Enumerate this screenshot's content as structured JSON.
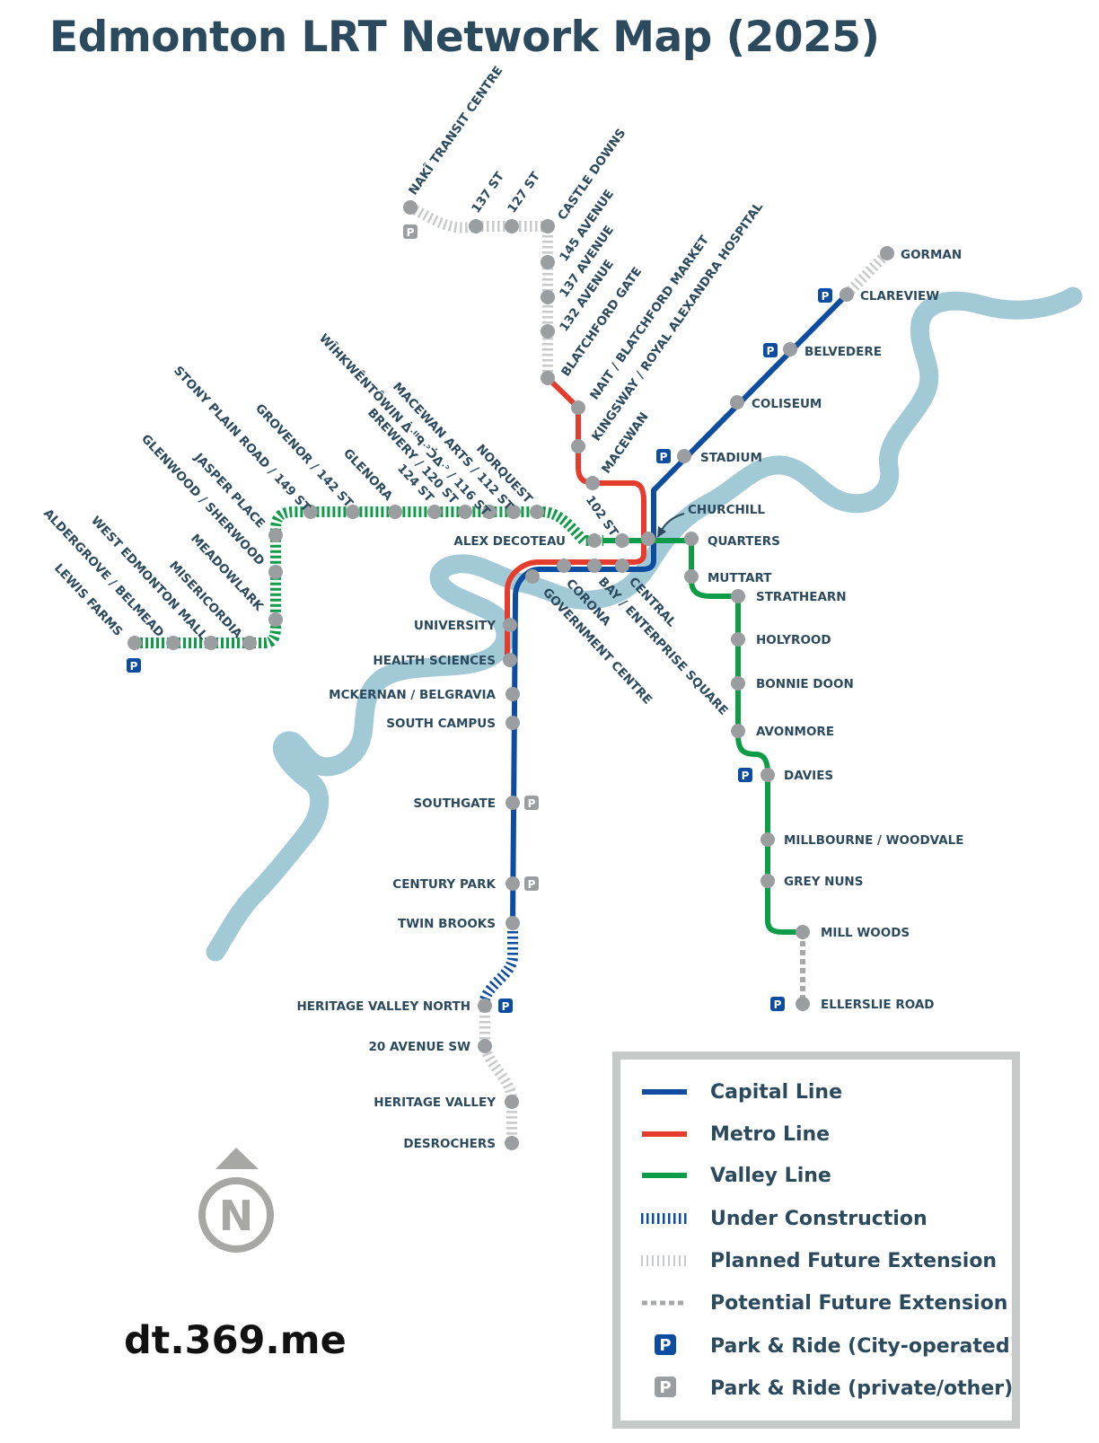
{
  "title": "Edmonton LRT Network Map (2025)",
  "credit": "dt.369.me",
  "compass_letter": "N",
  "park_ride_symbol": "P",
  "colors": {
    "capital": "#0d4da1",
    "metro": "#e53c2e",
    "valley": "#0f9c48",
    "planned": "#c9cacb",
    "potential": "#a6a8aa",
    "river": "#a2c9d6",
    "station": "#9b9ea0",
    "text": "#2c4a5e"
  },
  "stations": {
    "naki": "NAKÎ TRANSIT CENTRE",
    "st137": "137 ST",
    "st127": "127 ST",
    "castle_downs": "CASTLE DOWNS",
    "ave145": "145 AVENUE",
    "ave137": "137 AVENUE",
    "ave132": "132 AVENUE",
    "blatchford_gate": "BLATCHFORD GATE",
    "nait": "NAIT / BLATCHFORD MARKET",
    "kingsway": "KINGSWAY / ROYAL ALEXANDRA HOSPITAL",
    "macewan": "MACEWAN",
    "st102": "102 ST",
    "gorman": "GORMAN",
    "clareview": "CLAREVIEW",
    "belvedere": "BELVEDERE",
    "coliseum": "COLISEUM",
    "stadium": "STADIUM",
    "churchill": "CHURCHILL",
    "quarters": "QUARTERS",
    "muttart": "MUTTART",
    "strathearn": "STRATHEARN",
    "holyrood": "HOLYROOD",
    "bonnie_doon": "BONNIE DOON",
    "avonmore": "AVONMORE",
    "davies": "DAVIES",
    "millbourne": "MILLBOURNE / WOODVALE",
    "grey_nuns": "GREY NUNS",
    "mill_woods": "MILL WOODS",
    "ellerslie": "ELLERSLIE ROAD",
    "alex_decoteau": "ALEX DECOTEAU",
    "norquest": "NORQUEST",
    "macewan_arts": "MACEWAN ARTS / 112 ST",
    "wihkwentowin": "WÎHKWÊNTÔWIN ᐄᐧᐦᑫᐧᐣᑑᐃᐧᐣ / 116 ST",
    "brewery": "BREWERY / 120 ST",
    "st124": "124 ST",
    "glenora": "GLENORA",
    "grovenor": "GROVENOR / 142 ST",
    "stony_plain": "STONY PLAIN ROAD / 149 ST",
    "jasper_place": "JASPER PLACE",
    "glenwood": "GLENWOOD / SHERWOOD",
    "meadowlark": "MEADOWLARK",
    "misericordia": "MISERICORDIA",
    "west_ed": "WEST EDMONTON MALL",
    "aldergrove": "ALDERGROVE / BELMEAD",
    "lewis_farms": "LEWIS FARMS",
    "central": "CENTRAL",
    "bay": "BAY / ENTERPRISE SQUARE",
    "corona": "CORONA",
    "govt_centre": "GOVERNMENT CENTRE",
    "university": "UNIVERSITY",
    "health_sciences": "HEALTH SCIENCES",
    "mckernan": "MCKERNAN / BELGRAVIA",
    "south_campus": "SOUTH CAMPUS",
    "southgate": "SOUTHGATE",
    "century_park": "CENTURY PARK",
    "twin_brooks": "TWIN BROOKS",
    "heritage_valley_north": "HERITAGE VALLEY NORTH",
    "ave20sw": "20 AVENUE SW",
    "heritage_valley": "HERITAGE VALLEY",
    "desrochers": "DESROCHERS"
  },
  "legend": {
    "capital": "Capital Line",
    "metro": "Metro Line",
    "valley": "Valley Line",
    "under_construction": "Under Construction",
    "planned": "Planned Future Extension",
    "potential": "Potential Future Extension",
    "pr_city": "Park & Ride (City-operated)",
    "pr_private": "Park & Ride (private/other)"
  }
}
